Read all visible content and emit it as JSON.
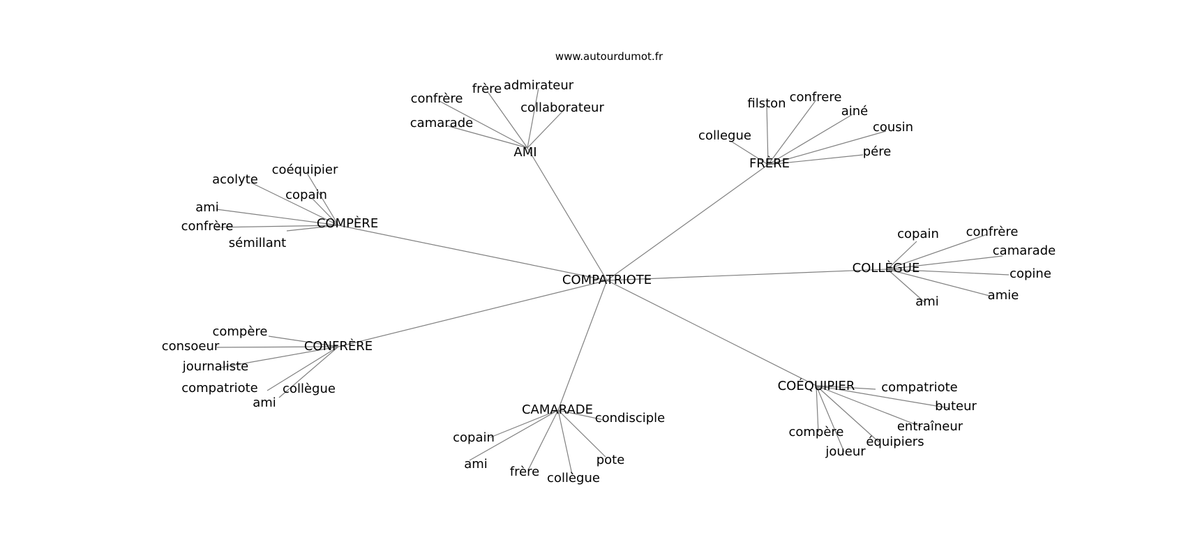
{
  "site": "www.autourdumot.fr",
  "root": "COMPATRIOTE",
  "groups": [
    {
      "hub": "AMI",
      "words": [
        "confrère",
        "frère",
        "admirateur",
        "camarade",
        "collaborateur"
      ]
    },
    {
      "hub": "FRÈRE",
      "words": [
        "filston",
        "confrere",
        "ainé",
        "cousin",
        "collegue",
        "pére"
      ]
    },
    {
      "hub": "COMPÈRE",
      "words": [
        "coéquipier",
        "acolyte",
        "copain",
        "confrère",
        "ami",
        "sémillant"
      ]
    },
    {
      "hub": "COLLÈGUE",
      "words": [
        "copain",
        "confrère",
        "camarade",
        "copine",
        "amie",
        "ami"
      ]
    },
    {
      "hub": "CONFRÈRE",
      "words": [
        "compère",
        "consoeur",
        "journaliste",
        "compatriote",
        "collègue",
        "ami"
      ]
    },
    {
      "hub": "CAMARADE",
      "words": [
        "condisciple",
        "copain",
        "ami",
        "frère",
        "collègue",
        "pote"
      ]
    },
    {
      "hub": "COÉQUIPIER",
      "words": [
        "compatriote",
        "buteur",
        "entraîneur",
        "compère",
        "équipiers",
        "joueur"
      ]
    }
  ]
}
